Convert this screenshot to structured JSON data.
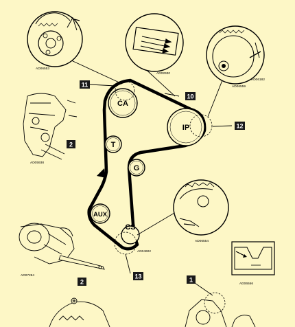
{
  "pulleys": {
    "ca": "CA",
    "ip": "IP",
    "t": "T",
    "g": "G",
    "aux": "AUX",
    "cs": "CS"
  },
  "callouts": {
    "n11": "11",
    "n10": "10",
    "n12": "12",
    "n2_left": "2",
    "n2_bottom": "2",
    "n13": "13",
    "n1": "1"
  },
  "codes": {
    "cam_detail": "AD06553",
    "belt_arrows": "AD02930",
    "ip_detail_a": "AD06182",
    "ip_detail_b": "AD06559",
    "engine_left": "AD05938",
    "crank_detail": "AD06554",
    "crank_small": "AD04602",
    "crank_tool": "AD07284",
    "tension_gauge": "AD06556"
  },
  "colors": {
    "background": "#fdf7c6",
    "ink": "#000000",
    "callout_box": "#1a1a1a"
  }
}
